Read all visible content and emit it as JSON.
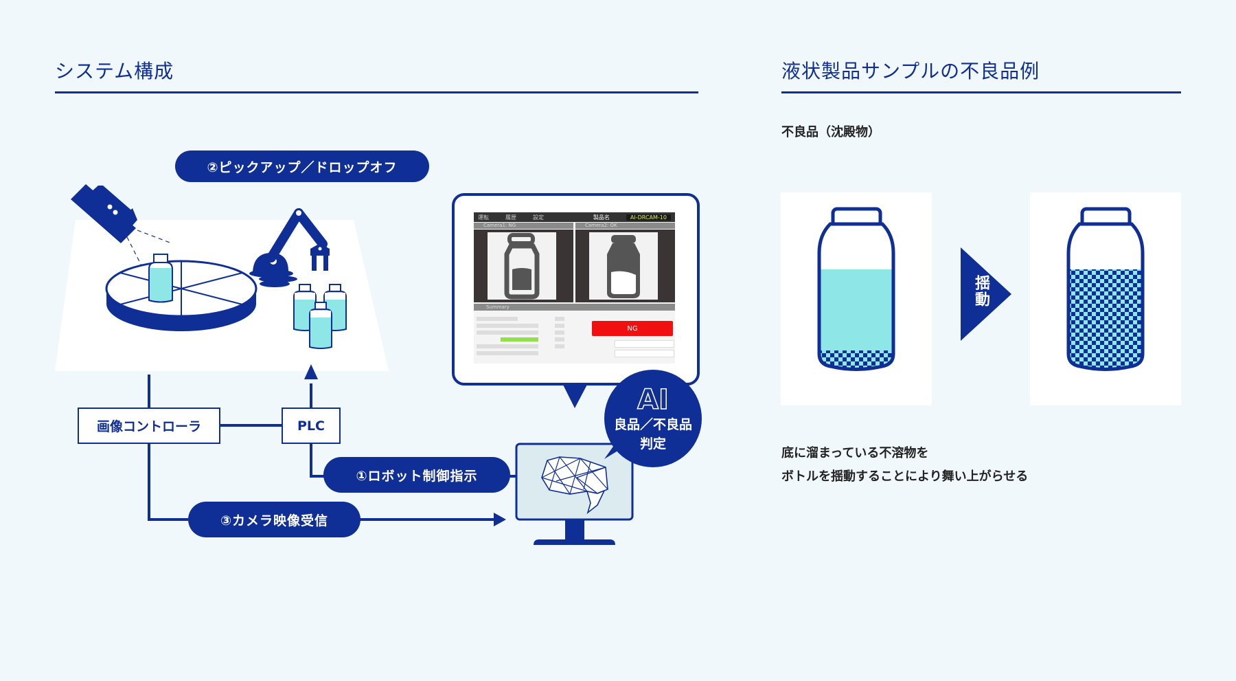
{
  "left_section": {
    "title": "システム構成",
    "steps": {
      "pickup": "②ピックアップ／ドロップオフ",
      "robot_control": "①ロボット制御指示",
      "camera_receive": "③カメラ映像受信"
    },
    "nodes": {
      "image_controller": "画像コントローラ",
      "plc": "PLC"
    },
    "ai_bubble": {
      "title": "AI",
      "line1": "良品／不良品",
      "line2": "判定"
    },
    "screen": {
      "menu": [
        "運転",
        "履歴",
        "設定"
      ],
      "product_label": "製品名",
      "product_value": "AI-DRCAM-10",
      "camera1_label": "Camera1: NG",
      "camera2_label": "Camera2: OK",
      "summary_label": "Summary",
      "result": "NG",
      "colors": {
        "result_bg": "#f01010",
        "progress": "#8fe04a"
      }
    }
  },
  "right_section": {
    "title": "液状製品サンプルの不良品例",
    "subtitle": "不良品（沈殿物）",
    "arrow_label": "揺動",
    "description": [
      "底に溜まっている不溶物を",
      "ボトルを揺動することにより舞い上がらせる"
    ]
  },
  "colors": {
    "brand": "#0f2e96",
    "liquid": "#8fe6e6",
    "background": "#f1f8fb"
  }
}
